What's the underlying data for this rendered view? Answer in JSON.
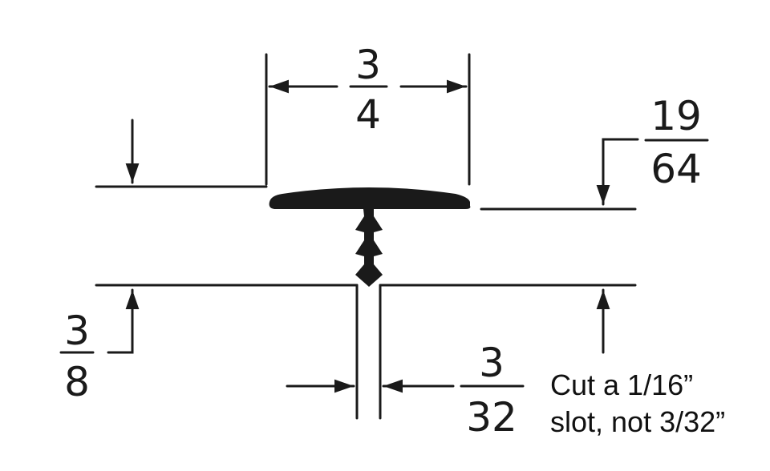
{
  "dimensions": {
    "top_width": {
      "numerator": "3",
      "denominator": "4"
    },
    "cap_thickness": {
      "numerator": "19",
      "denominator": "64"
    },
    "slot_depth": {
      "numerator": "3",
      "denominator": "8"
    },
    "slot_width": {
      "numerator": "3",
      "denominator": "32"
    }
  },
  "note": {
    "line1": "Cut a 1/16”",
    "line2": "slot, not 3/32”"
  },
  "colors": {
    "ink": "#1a1a1a",
    "background": "#ffffff"
  }
}
